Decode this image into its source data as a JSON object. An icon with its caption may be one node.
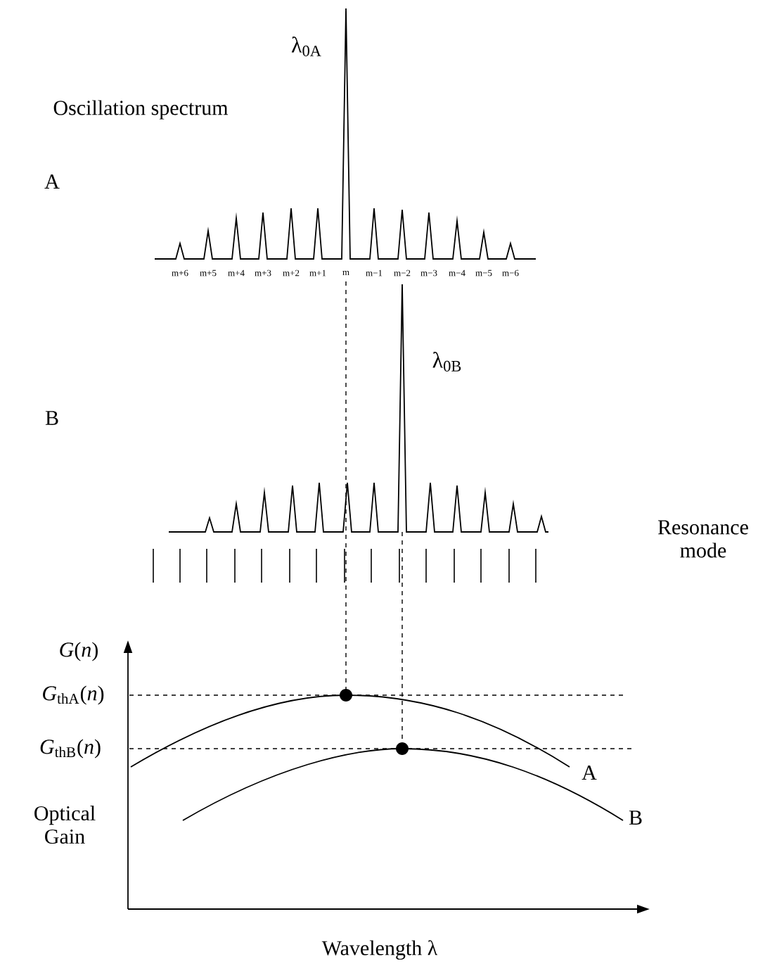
{
  "diagram": {
    "labels": [
      "λ$_{0A}$",
      "Oscillation spectrum",
      "A",
      "m+6",
      "m+5",
      "m+4",
      "m+3",
      "m+2",
      "m+1",
      "m",
      "m−1",
      "m−2",
      "m−3",
      "m−4",
      "m−5",
      "m−6",
      "λ$_{0B}$",
      "B",
      "Resonance mode",
      "*G*(*n*)",
      "*G*$_{thA}$(*n*)",
      "*G*$_{thB}$(*n*)",
      "A",
      "Optical Gain",
      "B",
      "Wavelength  λ"
    ]
  }
}
